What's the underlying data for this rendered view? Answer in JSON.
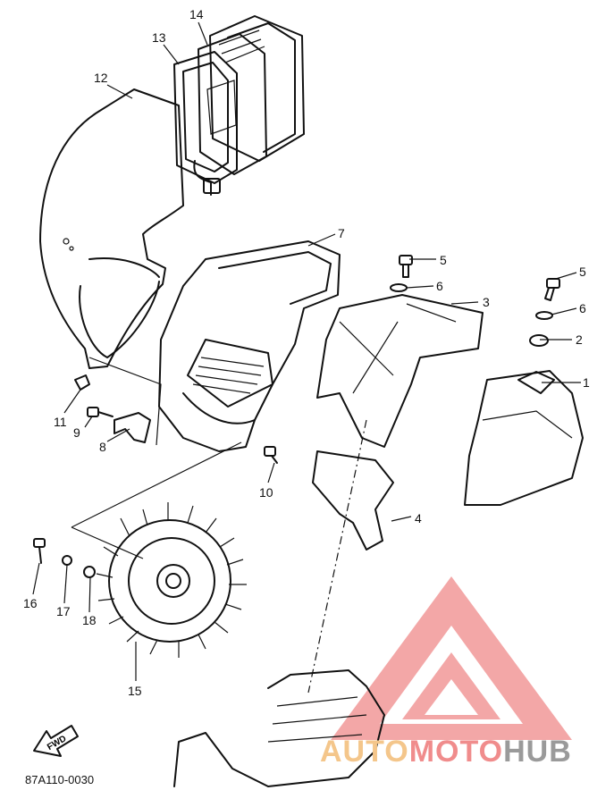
{
  "callouts": {
    "c1": "1",
    "c2": "2",
    "c3": "3",
    "c4": "4",
    "c5a": "5",
    "c5b": "5",
    "c6a": "6",
    "c6b": "6",
    "c7": "7",
    "c8": "8",
    "c9": "9",
    "c10": "10",
    "c11": "11",
    "c12": "12",
    "c13": "13",
    "c14": "14",
    "c15": "15",
    "c16": "16",
    "c17": "17",
    "c18": "18"
  },
  "fwd_label": "FWD",
  "diagram_code": "87A110-0030",
  "watermark": {
    "part1": "AUTO",
    "part2": "MOTO",
    "part3": "HUB",
    "color_auto": "#f4c68b",
    "color_moto": "#f08c8c",
    "color_hub": "#9a9a9a",
    "logo_color": "#ee7f7f"
  }
}
